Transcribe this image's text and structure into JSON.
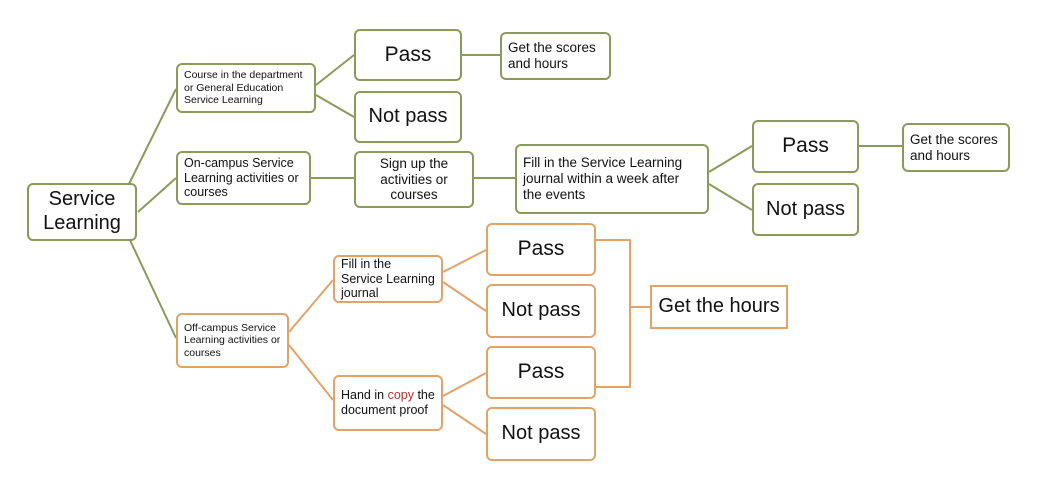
{
  "diagram": {
    "root": {
      "label": "Service Learning"
    },
    "branch1": {
      "label": "Course in the department or General Education Service Learning",
      "pass": "Pass",
      "not_pass": "Not pass",
      "result": "Get the scores and hours"
    },
    "branch2": {
      "label": "On-campus Service Learning activities or courses",
      "signup": "Sign up the activities or courses",
      "journal": "Fill in the Service Learning journal within a week after the events",
      "pass": "Pass",
      "not_pass": "Not pass",
      "result": "Get the scores and hours"
    },
    "branch3": {
      "label": "Off-campus Service Learning activities or courses",
      "journal": "Fill in the Service Learning journal",
      "journal_pass": "Pass",
      "journal_not_pass": "Not pass",
      "handin_prefix": "Hand in ",
      "handin_highlight": "copy",
      "handin_suffix": " the document proof",
      "handin_pass": "Pass",
      "handin_not_pass": "Not pass",
      "result": "Get the hours"
    },
    "colors": {
      "green_border": "#8a9a5b",
      "orange_border": "#e0a46a",
      "highlight_text": "#b83232"
    }
  }
}
